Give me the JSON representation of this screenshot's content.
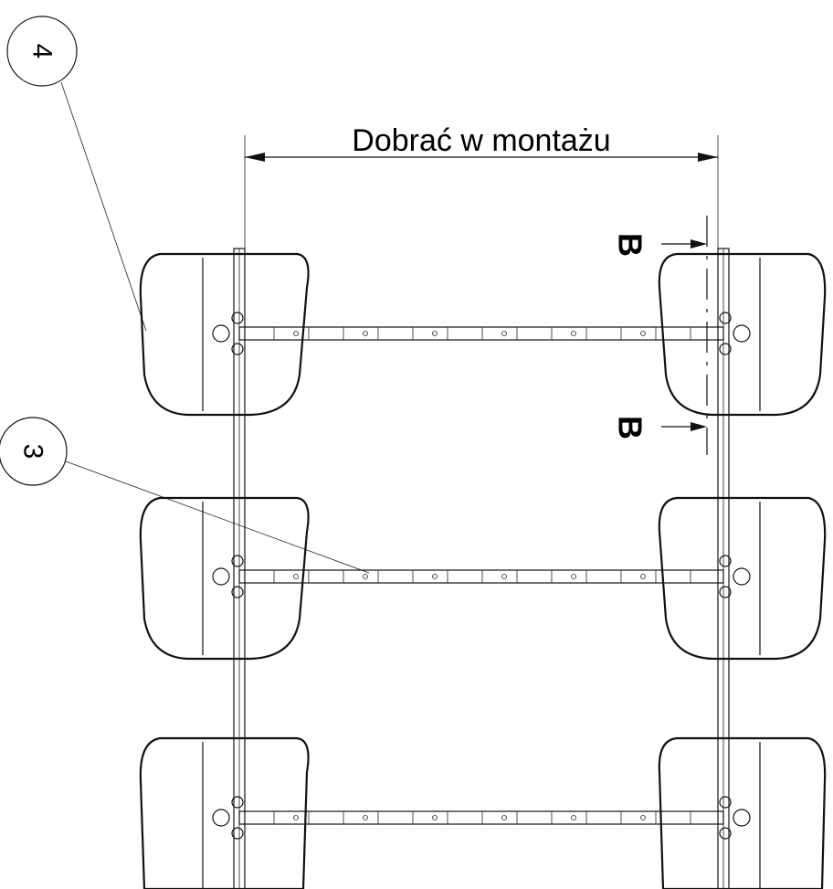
{
  "dimension": {
    "label": "Dobrać w montażu"
  },
  "balloons": [
    {
      "id": "balloon-4",
      "number": "4"
    },
    {
      "id": "balloon-3",
      "number": "3"
    }
  ],
  "section": {
    "letter_top": "B",
    "letter_bottom": "B"
  }
}
